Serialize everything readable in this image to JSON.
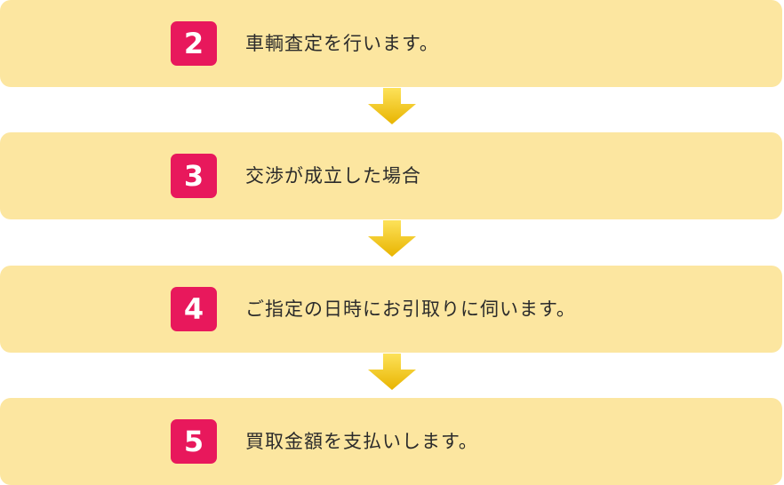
{
  "steps": [
    {
      "number": "2",
      "text": "車輌査定を行います。"
    },
    {
      "number": "3",
      "text": "交渉が成立した場合"
    },
    {
      "number": "4",
      "text": "ご指定の日時にお引取りに伺います。"
    },
    {
      "number": "5",
      "text": "買取金額を支払いします。"
    }
  ],
  "colors": {
    "box_background": "#fce6a0",
    "badge_background": "#e8185c",
    "arrow_top": "#fde25a",
    "arrow_bottom": "#e8b400",
    "text": "#2b2b2b"
  },
  "icons": {
    "connector": "arrow-down-icon"
  }
}
